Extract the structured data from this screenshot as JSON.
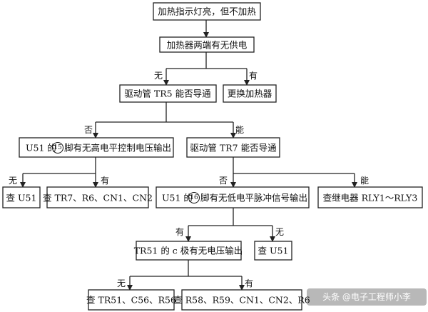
{
  "nodes": {
    "n1": {
      "text": "加热指示灯亮，但不加热"
    },
    "n2": {
      "text": "加热器两端有无供电"
    },
    "n3": {
      "text": "驱动管 TR5 能否导通"
    },
    "n4": {
      "text": "更换加热器"
    },
    "n5": {
      "pre": "U51 的",
      "num": "15",
      "post": "脚有无高电平控制电压输出"
    },
    "n6": {
      "text": "驱动管 TR7 能否导通"
    },
    "n7": {
      "text": "查 U51"
    },
    "n8": {
      "text": "查 TR7、R6、CN1、CN2"
    },
    "n9": {
      "pre": "U51 的",
      "num": "16",
      "post": "脚有无低电平脉冲信号输出"
    },
    "n10": {
      "text": "查继电器 RLY1～RLY3"
    },
    "n11": {
      "text": "TR51 的 c 极有无电压输出"
    },
    "n12": {
      "text": "查 U51"
    },
    "n13": {
      "text": "查 TR51、C56、R56"
    },
    "n14": {
      "text": "查 R58、R59、CN1、CN2、R6"
    }
  },
  "edges": {
    "e2_3": "无",
    "e2_4": "有",
    "e3_5": "否",
    "e3_6": "能",
    "e5_7": "无",
    "e5_8": "有",
    "e6_9": "否",
    "e6_10": "能",
    "e9_11": "有",
    "e9_12": "无",
    "e11_13": "无",
    "e11_14": "有"
  },
  "watermark": "头条 @电子工程师小李"
}
